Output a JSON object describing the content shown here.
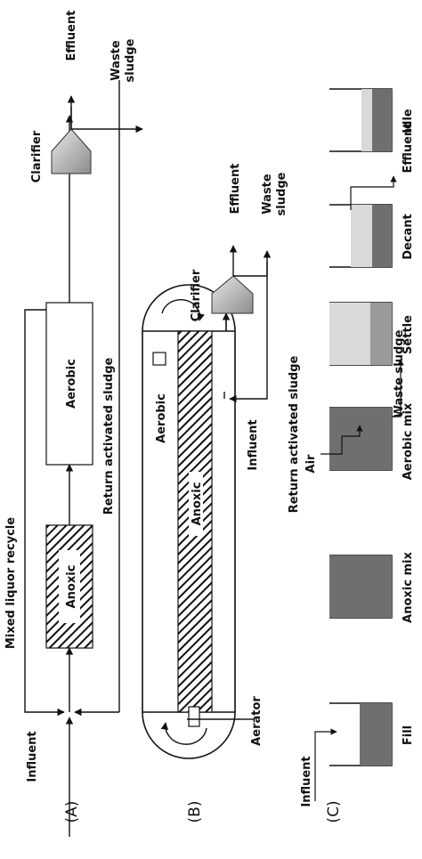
{
  "panels": {
    "a": "(A)",
    "b": "(B)",
    "c": "(C)"
  },
  "a": {
    "mixed_liquor_recycle": "Mixed liquor recycle",
    "influent": "Influent",
    "anoxic": "Anoxic",
    "aerobic": "Aerobic",
    "return_activated_sludge": "Return activated sludge",
    "clarifier": "Clarifier",
    "effluent": "Effluent",
    "waste_sludge_1": "Waste",
    "waste_sludge_2": "sludge"
  },
  "b": {
    "aerobic": "Aerobic",
    "anoxic": "Anoxic",
    "influent": "Influent",
    "aerator": "Aerator",
    "return_activated_sludge": "Return activated sludge",
    "clarifier": "Clarifier",
    "effluent": "Effluent",
    "waste_sludge_1": "Waste",
    "waste_sludge_2": "sludge"
  },
  "c": {
    "influent": "Influent",
    "fill": "Fill",
    "anoxic_mix": "Anoxic  mix",
    "air": "Air",
    "aerobic_mix": "Aerobic  mix",
    "waste_sludge": "Waste sludge",
    "settle": "Settle",
    "decant": "Decant",
    "effluent": "Effluent",
    "idle": "Idle"
  },
  "colors": {
    "dark_fill": "#6f6f6f",
    "light_fill": "#d9d9d9",
    "clarifier_fill": "#b8b8b8"
  }
}
